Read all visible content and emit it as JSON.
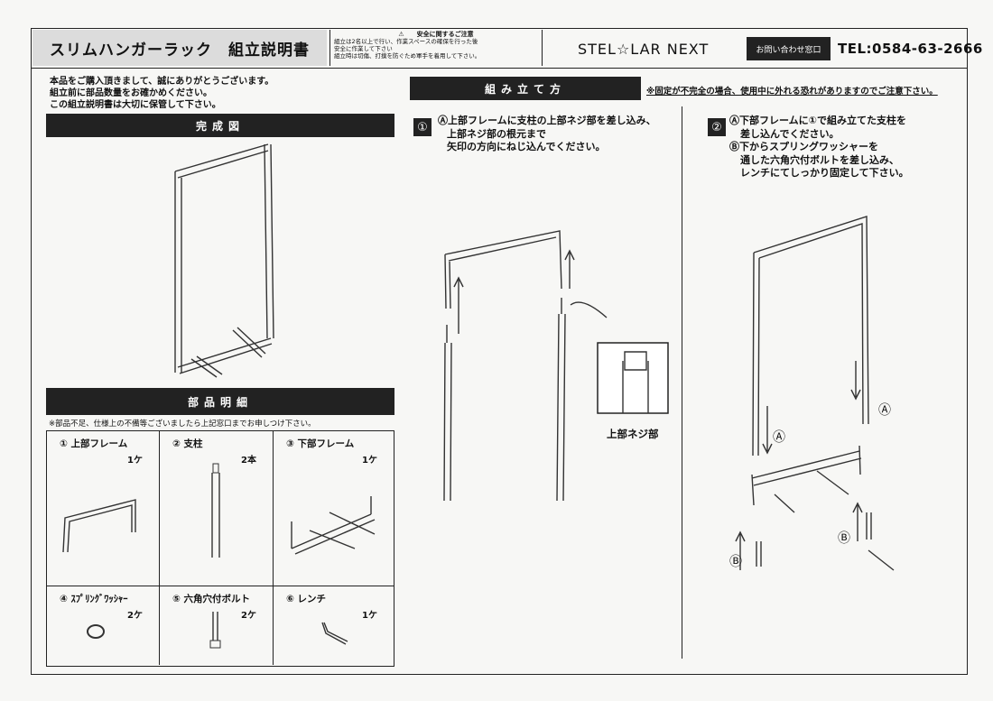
{
  "header": {
    "title": "スリムハンガーラック　組立説明書",
    "caution_title": "⚠　　安全に関するご注意",
    "caution_lines": [
      "組立は2名以上で行い、作業スペースの確保を行った後",
      "安全に作業して下さい",
      "組立時は切傷、打撲を防ぐため軍手を着用して下さい。"
    ],
    "brand": "STEL☆LAR  NEXT",
    "contact_label": "お問い合わせ窓口",
    "tel": "TEL:0584-63-2666"
  },
  "intro": [
    "本品をご購入頂きまして、誠にありがとうございます。",
    "組立前に部品数量をお確かめください。",
    "この組立説明書は大切に保管して下さい。"
  ],
  "completed": {
    "label": "完成図"
  },
  "parts": {
    "label": "部品明細",
    "note": "※部品不足、仕様上の不備等ございましたら上記窓口までお申しつけ下さい。",
    "items": [
      {
        "name": "①  上部フレーム",
        "qty": "1ケ"
      },
      {
        "name": "②  支柱",
        "qty": "2本"
      },
      {
        "name": "③  下部フレーム",
        "qty": "1ケ"
      },
      {
        "name": "④  ｽﾌﾟﾘﾝｸﾞﾜｯｼｬｰ",
        "qty": "2ケ"
      },
      {
        "name": "⑤  六角穴付ボルト",
        "qty": "2ケ"
      },
      {
        "name": "⑥  レンチ",
        "qty": "1ケ"
      }
    ]
  },
  "assembly": {
    "label": "組み立て方",
    "note": "※固定が不完全の場合、使用中に外れる恐れがありますのでご注意下さい。",
    "step1": {
      "num": "①",
      "lines": [
        "Ⓐ上部フレームに支柱の上部ネジ部を差し込み、",
        "上部ネジ部の根元まで",
        "矢印の方向にねじ込んでください。"
      ],
      "callout": "上部ネジ部"
    },
    "step2": {
      "num": "②",
      "lines": [
        "Ⓐ下部フレームに①で組み立てた支柱を",
        "差し込んでください。",
        "Ⓑ下からスプリングワッシャーを",
        "通した六角穴付ボルトを差し込み、",
        "レンチにてしっかり固定して下さい。"
      ],
      "mark_a": "Ⓐ",
      "mark_b": "Ⓑ"
    }
  }
}
